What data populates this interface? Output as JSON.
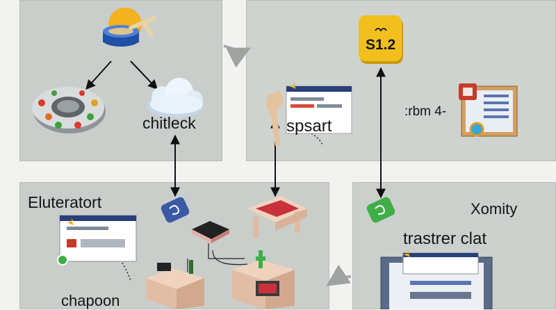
{
  "labels": {
    "chitleck": "chitleck",
    "spsart": "spsart",
    "s12": "S1.2",
    "rbm4": ":rbm 4-",
    "eluteratort": "Eluteratort",
    "xomity": "Xomity",
    "trastrer_clat": "trastrer clat",
    "chapoon": "chapoon"
  },
  "colors": {
    "panel": "#c9cecb",
    "badge": "#f1c21b",
    "cloud": "#e8f2fb",
    "blue_node": "#3b5aa5",
    "green_node": "#3fae49",
    "arrow": "#111111",
    "desk": "#f0d3be"
  },
  "icons": [
    "pot-icon",
    "dial-panel-icon",
    "cloud-icon",
    "window-card-icon",
    "blue-chip-icon",
    "green-chip-icon",
    "desk-icon",
    "book-desk-icon",
    "device-icon",
    "screen-panel-icon"
  ]
}
